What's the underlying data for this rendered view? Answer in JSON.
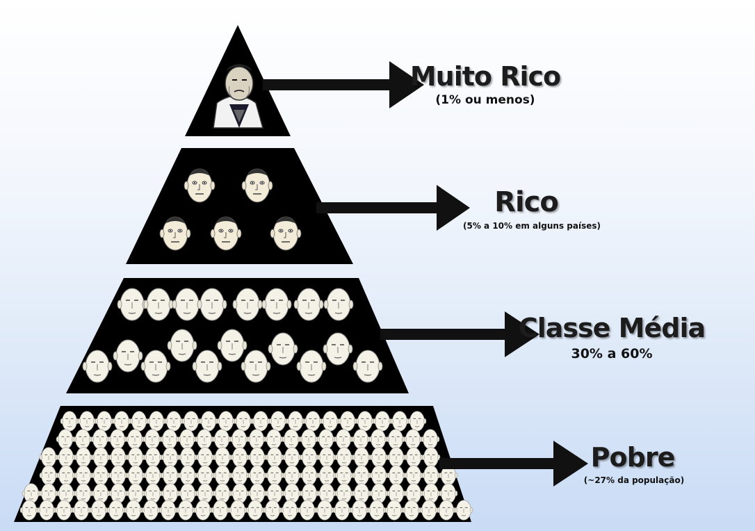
{
  "tiers": [
    {
      "label": "Muito Rico",
      "sublabel": "(1% ou menos)"
    },
    {
      "label": "Rico",
      "sublabel": "(5% a 10% em alguns países)"
    },
    {
      "label": "Classe Média",
      "sublabel": "30% a 60%"
    },
    {
      "label": "Pobre",
      "sublabel": "(~27% da população)"
    }
  ],
  "colors": {
    "pyramid": "#000000",
    "arrow": "#111111",
    "face": "#f4f1e6"
  }
}
